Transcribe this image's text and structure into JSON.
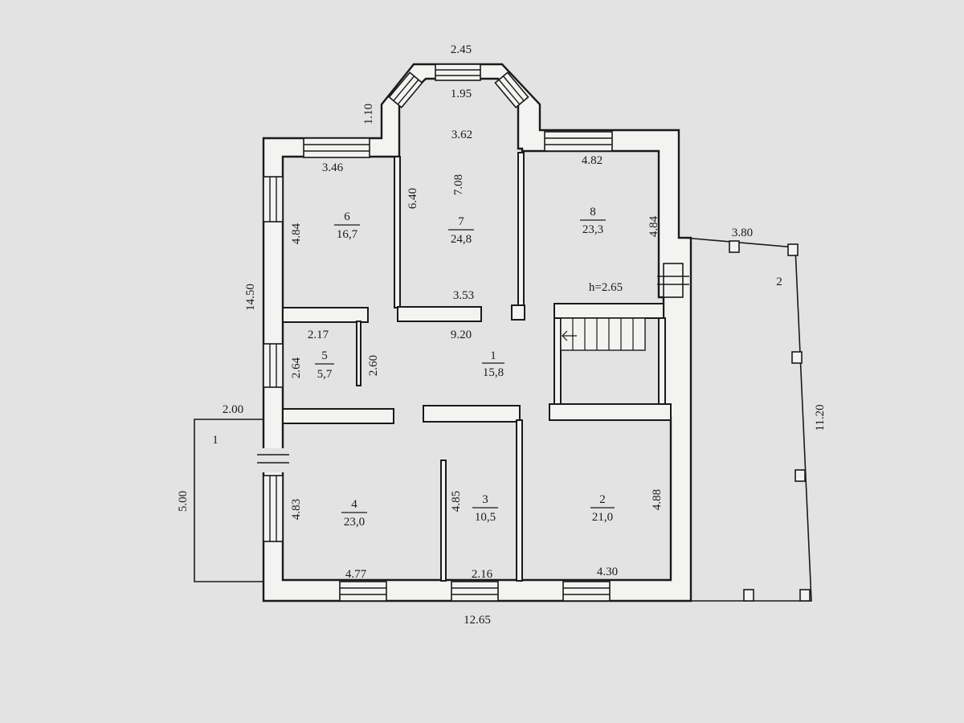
{
  "rooms": [
    {
      "id": "room-1",
      "number": "1",
      "area": "15,8"
    },
    {
      "id": "room-2",
      "number": "2",
      "area": "21,0"
    },
    {
      "id": "room-3",
      "number": "3",
      "area": "10,5"
    },
    {
      "id": "room-4",
      "number": "4",
      "area": "23,0"
    },
    {
      "id": "room-5",
      "number": "5",
      "area": "5,7"
    },
    {
      "id": "room-6",
      "number": "6",
      "area": "16,7"
    },
    {
      "id": "room-7",
      "number": "7",
      "area": "24,8"
    },
    {
      "id": "room-8",
      "number": "8",
      "area": "23,3"
    }
  ],
  "outside": {
    "porch_label": "1",
    "terrace_label": "2"
  },
  "ceiling_height": "h=2.65",
  "dimensions": {
    "bay_top": "2.45",
    "bay_inner": "1.95",
    "bay_side": "1.10",
    "room7_width_top": "3.62",
    "room7_length_outer": "6.40",
    "room7_length": "7.08",
    "room7_width_bottom": "3.53",
    "room6_width": "3.46",
    "room6_length": "4.84",
    "room8_width": "4.82",
    "room8_length": "4.84",
    "total_height": "14.50",
    "terrace_width": "3.80",
    "terrace_length": "11.20",
    "hall_length": "9.20",
    "room5_width": "2.17",
    "room5_left": "2.64",
    "room5_right": "2.60",
    "porch_width": "2.00",
    "porch_length": "5.00",
    "room4_length": "4.83",
    "room4_width": "4.77",
    "room3_length": "4.85",
    "room3_width": "2.16",
    "room2_length": "4.88",
    "room2_width": "4.30",
    "total_width": "12.65"
  }
}
